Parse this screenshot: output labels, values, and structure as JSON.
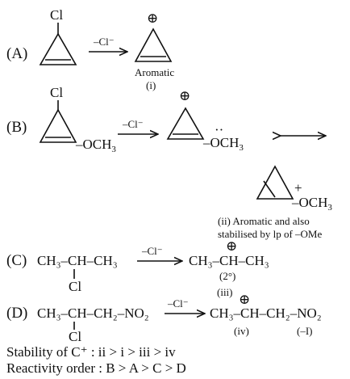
{
  "reaction_a": {
    "label": "(A)",
    "reactant_substituent": "Cl",
    "leaving_group": "–Cl⁻",
    "product_charge": "⊕",
    "product_note": "Aromatic",
    "product_number": "(i)"
  },
  "reaction_b": {
    "label": "(B)",
    "reactant_substituent_top": "Cl",
    "reactant_substituent_right": "–OCH",
    "reactant_substituent_right_sub": "3",
    "leaving_group": "–Cl⁻",
    "product_charge": "⊕",
    "product_lone_pair": "··",
    "product_substituent": "–OCH",
    "product_substituent_sub": "3",
    "resonance_charge": "+",
    "resonance_substituent": "–OCH",
    "resonance_substituent_sub": "3",
    "note_line1": "(ii) Aromatic and also",
    "note_line2": "stabilised by lp of –OMe"
  },
  "reaction_c": {
    "label": "(C)",
    "reactant_main": "CH₃–CH–CH₃",
    "reactant_branch": "Cl",
    "leaving_group": "–Cl⁻",
    "product_main": "CH₃–CH–CH₃",
    "product_charge": "⊕",
    "product_degree": "(2°)",
    "product_number": "(iii)"
  },
  "reaction_d": {
    "label": "(D)",
    "reactant_main": "CH₃–CH–CH₂–NO₂",
    "reactant_branch": "Cl",
    "leaving_group": "–Cl⁻",
    "product_main": "CH₃–CH–CH₂–NO₂",
    "product_charge": "⊕",
    "product_number": "(iv)",
    "product_effect": "(–I)"
  },
  "conclusions": {
    "stability": "Stability of C⁺ : ii > i > iii > iv",
    "reactivity": "Reactivity order : B > A > C > D"
  }
}
